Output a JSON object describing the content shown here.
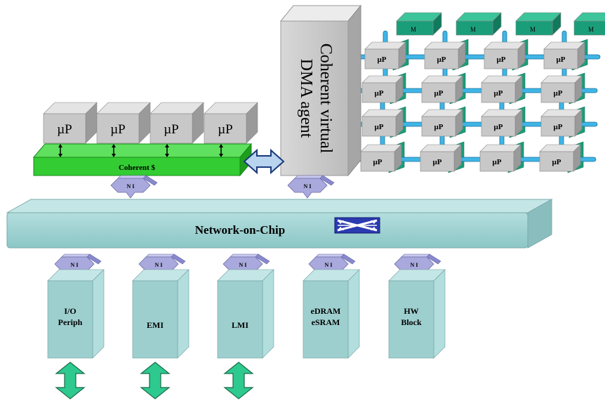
{
  "colors": {
    "up_front": "#c8c8c8",
    "up_top": "#e4e4e4",
    "up_side": "#9a9a9a",
    "cache": "#33cc33",
    "noc": "#9ccfcf",
    "ni": "#a9a9dd",
    "periph": "#9ecfcf",
    "mesh_green": "#1a9e7a",
    "mesh_link": "#3fb6e6",
    "io_arrow": "#2ec98e"
  },
  "cluster": {
    "processor_label": "µP",
    "cache_label": "Coherent $"
  },
  "dma": {
    "line1": "Coherent virtual",
    "line2": "DMA agent"
  },
  "noc": {
    "label": "Network-on-Chip"
  },
  "ni_label": "N I",
  "blocks": [
    {
      "lines": [
        "I/O",
        "Periph"
      ]
    },
    {
      "lines": [
        "EMI"
      ]
    },
    {
      "lines": [
        "LMI"
      ]
    },
    {
      "lines": [
        "eDRAM",
        "eSRAM"
      ]
    },
    {
      "lines": [
        "HW",
        "Block"
      ]
    }
  ],
  "mesh": {
    "node_label": "µP",
    "back_labels": [
      "M",
      "M",
      "M",
      "M"
    ]
  }
}
